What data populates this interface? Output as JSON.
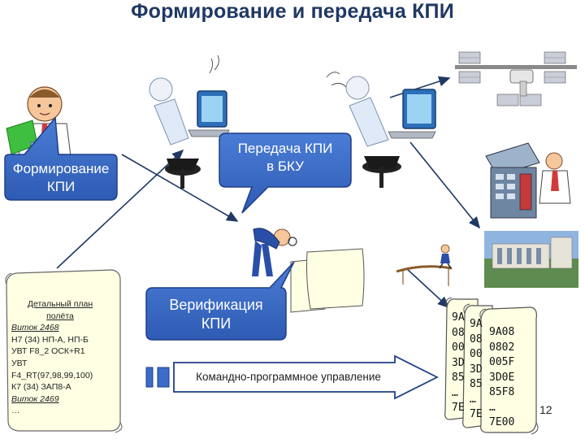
{
  "title": "Формирование и передача КПИ",
  "callouts": {
    "formation": [
      "Формирование",
      "КПИ"
    ],
    "transfer": [
      "Передача КПИ",
      "в БКУ"
    ],
    "verification": [
      "Верификация",
      "КПИ"
    ]
  },
  "control_label": "Командно-программное управление",
  "plan": {
    "title_line1": "Детальный план",
    "title_line2": "полёта",
    "lines": [
      "Виток 2468",
      "Н7 (34) НП-А, НП-Б",
      "УВТ F8_2 ОСК+R1",
      "УВТ",
      "F4_RT(97,98,99,100)",
      "К7 (34) ЗАП8-А",
      "Виток 2469",
      "…"
    ]
  },
  "hex_back": [
    "9A",
    "08",
    "00",
    "3D",
    "85",
    "…",
    "7E"
  ],
  "hex_mid": [
    "9A",
    "08",
    "00",
    "3D",
    "85",
    "…",
    "7E"
  ],
  "hex_front": [
    "9A08",
    "0802",
    "005F",
    "3D0E",
    "85F8",
    "…",
    "7E00"
  ],
  "page_number": "12",
  "colors": {
    "title": "#1F3864",
    "callout": "#3B6CC7",
    "callout_dark": "#1E3F87",
    "arrow": "#1F3864",
    "paper": "#FFFFE4"
  }
}
